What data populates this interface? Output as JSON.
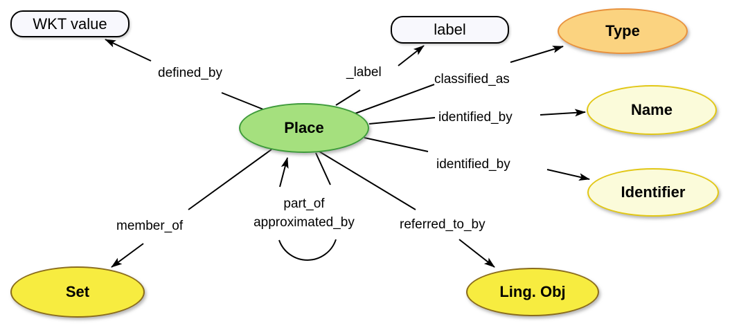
{
  "diagram": {
    "nodes": {
      "wkt_value": {
        "label": "WKT value",
        "shape": "rounded-rect",
        "fill": "#F8F8FD",
        "border": "#000000"
      },
      "label_node": {
        "label": "label",
        "shape": "rounded-rect",
        "fill": "#F8F8FD",
        "border": "#000000"
      },
      "place": {
        "label": "Place",
        "shape": "ellipse",
        "fill": "#A5E07E",
        "border": "#3D9A3A"
      },
      "type": {
        "label": "Type",
        "shape": "ellipse",
        "fill": "#FBD380",
        "border": "#E8923E"
      },
      "name": {
        "label": "Name",
        "shape": "ellipse",
        "fill": "#FBFBDA",
        "border": "#E2C714"
      },
      "identifier": {
        "label": "Identifier",
        "shape": "ellipse",
        "fill": "#FBFBDA",
        "border": "#E2C714"
      },
      "set": {
        "label": "Set",
        "shape": "ellipse",
        "fill": "#F7EC40",
        "border": "#8A6C1D"
      },
      "ling_obj": {
        "label": "Ling. Obj",
        "shape": "ellipse",
        "fill": "#F7EC40",
        "border": "#8A6C1D"
      }
    },
    "edges": [
      {
        "label": "defined_by",
        "from": "place",
        "to": "wkt_value"
      },
      {
        "label": "_label",
        "from": "place",
        "to": "label_node"
      },
      {
        "label": "classified_as",
        "from": "place",
        "to": "type"
      },
      {
        "label": "identified_by",
        "from": "place",
        "to": "name"
      },
      {
        "label": "identified_by",
        "from": "place",
        "to": "identifier"
      },
      {
        "label": "referred_to_by",
        "from": "place",
        "to": "ling_obj"
      },
      {
        "label": "member_of",
        "from": "place",
        "to": "set"
      },
      {
        "labels": [
          "part_of",
          "approximated_by"
        ],
        "from": "place",
        "to": "place"
      }
    ],
    "edge_color": "#000000",
    "background": "#FFFFFF"
  }
}
